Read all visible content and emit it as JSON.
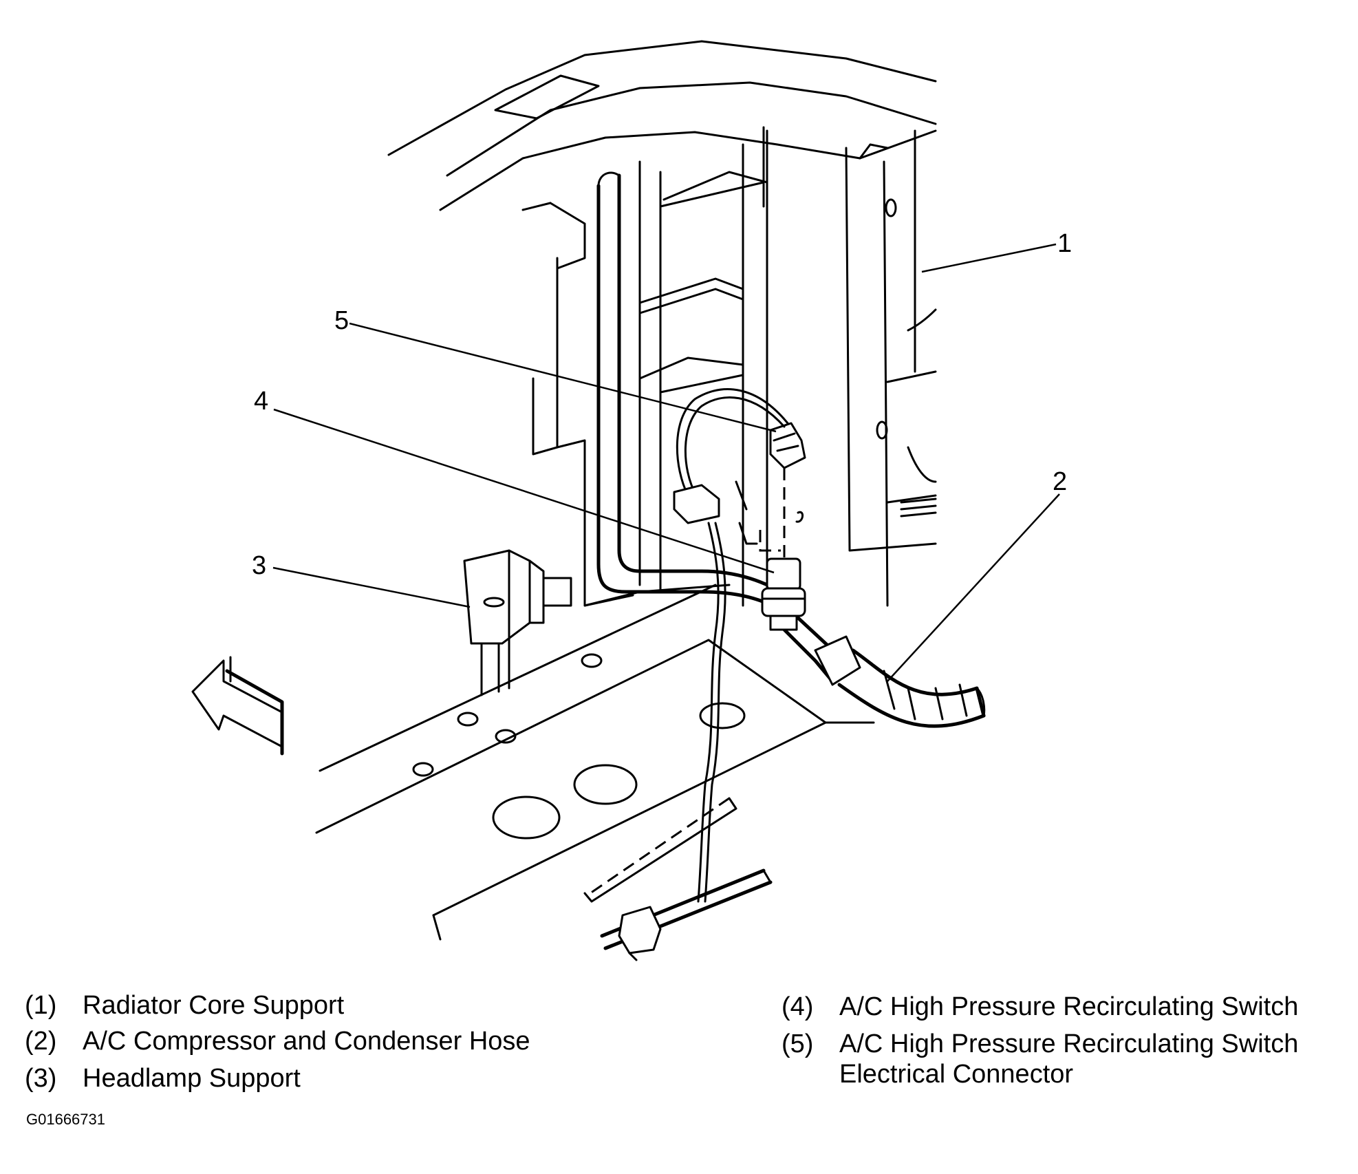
{
  "callouts": [
    {
      "number": "1",
      "label": "Radiator Core Support"
    },
    {
      "number": "2",
      "label": "A/C Compressor and Condenser Hose"
    },
    {
      "number": "3",
      "label": "Headlamp Support"
    },
    {
      "number": "4",
      "label": "A/C High Pressure Recirculating Switch"
    },
    {
      "number": "5",
      "label": "A/C High Pressure Recirculating Switch",
      "label_line2": "Electrical Connector"
    }
  ],
  "legend": {
    "left": [
      {
        "num": "(1)",
        "text": "Radiator Core Support"
      },
      {
        "num": "(2)",
        "text": "A/C Compressor and Condenser Hose"
      },
      {
        "num": "(3)",
        "text": "Headlamp Support"
      }
    ],
    "right": [
      {
        "num": "(4)",
        "text": "A/C High Pressure Recirculating Switch"
      },
      {
        "num": "(5)",
        "text": "A/C High Pressure Recirculating Switch",
        "text2": "Electrical Connector"
      }
    ]
  },
  "figure_id": "G01666731",
  "icons": [
    "direction-arrow-icon"
  ],
  "colors": {
    "line": "#000000",
    "background": "#ffffff"
  }
}
